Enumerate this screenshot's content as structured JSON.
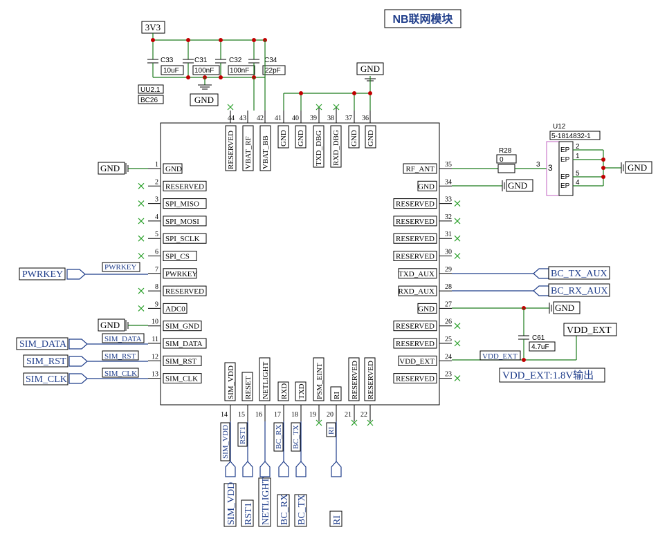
{
  "title": "NB联网模块",
  "supply": {
    "rail": "3V3",
    "gnd": "GND"
  },
  "caps": [
    {
      "ref": "C33",
      "value": "10uF"
    },
    {
      "ref": "C31",
      "value": "100nF"
    },
    {
      "ref": "C32",
      "value": "100nF"
    },
    {
      "ref": "C34",
      "value": "22pF"
    }
  ],
  "part": {
    "ref": "UU2.1",
    "name": "BC26"
  },
  "left_pins": [
    {
      "num": "1",
      "name": "GND"
    },
    {
      "num": "2",
      "name": "RESERVED"
    },
    {
      "num": "3",
      "name": "SPI_MISO"
    },
    {
      "num": "4",
      "name": "SPI_MOSI"
    },
    {
      "num": "5",
      "name": "SPI_SCLK"
    },
    {
      "num": "6",
      "name": "SPI_CS"
    },
    {
      "num": "7",
      "name": "PWRKEY"
    },
    {
      "num": "8",
      "name": "RESERVED"
    },
    {
      "num": "9",
      "name": "ADC0"
    },
    {
      "num": "10",
      "name": "SIM_GND"
    },
    {
      "num": "11",
      "name": "SIM_DATA"
    },
    {
      "num": "12",
      "name": "SIM_RST"
    },
    {
      "num": "13",
      "name": "SIM_CLK"
    }
  ],
  "right_pins": [
    {
      "num": "35",
      "name": "RF_ANT"
    },
    {
      "num": "34",
      "name": "GND"
    },
    {
      "num": "33",
      "name": "RESERVED"
    },
    {
      "num": "32",
      "name": "RESERVED"
    },
    {
      "num": "31",
      "name": "RESERVED"
    },
    {
      "num": "30",
      "name": "RESERVED"
    },
    {
      "num": "29",
      "name": "TXD_AUX"
    },
    {
      "num": "28",
      "name": "RXD_AUX"
    },
    {
      "num": "27",
      "name": "GND"
    },
    {
      "num": "26",
      "name": "RESERVED"
    },
    {
      "num": "25",
      "name": "RESERVED"
    },
    {
      "num": "24",
      "name": "VDD_EXT"
    },
    {
      "num": "23",
      "name": "RESERVED"
    }
  ],
  "top_pins": [
    {
      "num": "44",
      "name": "RESERVED"
    },
    {
      "num": "43",
      "name": "VBAT_RF"
    },
    {
      "num": "42",
      "name": "VBAT_BB"
    },
    {
      "num": "41",
      "name": "GND"
    },
    {
      "num": "40",
      "name": "GND"
    },
    {
      "num": "39",
      "name": "TXD_DBG"
    },
    {
      "num": "38",
      "name": "RXD_DBG"
    },
    {
      "num": "37",
      "name": "GND"
    },
    {
      "num": "36",
      "name": "GND"
    }
  ],
  "bottom_pins": [
    {
      "num": "14",
      "name": "SIM_VDD"
    },
    {
      "num": "15",
      "name": "RESET"
    },
    {
      "num": "16",
      "name": "NETLIGHT"
    },
    {
      "num": "17",
      "name": "RXD"
    },
    {
      "num": "18",
      "name": "TXD"
    },
    {
      "num": "19",
      "name": "PSM_EINT"
    },
    {
      "num": "20",
      "name": "RI"
    },
    {
      "num": "21",
      "name": "RESERVED"
    },
    {
      "num": "22",
      "name": "RESERVED"
    }
  ],
  "left_ports": [
    {
      "name": "PWRKEY",
      "wire_label": "PWRKEY"
    },
    {
      "name": "SIM_DATA",
      "wire_label": "SIM_DATA"
    },
    {
      "name": "SIM_RST",
      "wire_label": "SIM_RST"
    },
    {
      "name": "SIM_CLK",
      "wire_label": "SIM_CLK"
    }
  ],
  "right_ports": [
    "BC_TX_AUX",
    "BC_RX_AUX"
  ],
  "bottom_ports": [
    {
      "name": "SIM_VDD",
      "wire_label": "SIM_VDD"
    },
    {
      "name": "RST1",
      "wire_label": "RST1"
    },
    {
      "name": "NETLIGHT",
      "wire_label": ""
    },
    {
      "name": "BC_RX",
      "wire_label": "BC_RX"
    },
    {
      "name": "BC_TX",
      "wire_label": "BC_TX"
    },
    {
      "name": "RI",
      "wire_label": "RI"
    }
  ],
  "resistor": {
    "ref": "R28",
    "value": "0"
  },
  "connector": {
    "ref": "U12",
    "part": "5-1814832-1",
    "pins": [
      {
        "name": "EP",
        "num": "2"
      },
      {
        "name": "EP",
        "num": "1"
      },
      {
        "name": "EP",
        "num": "5"
      },
      {
        "name": "EP",
        "num": "4"
      }
    ],
    "rf_pin": "3",
    "rf_pin_num": "3"
  },
  "c61": {
    "ref": "C61",
    "value": "4.7uF"
  },
  "vdd_ext": {
    "net": "VDD_EXT",
    "wire_label": "VDD_EXT",
    "note": "VDD_EXT:1.8V输出"
  },
  "gnd_label": "GND",
  "colors": {
    "wire": "#1a7a1a",
    "net": "#1f3d8a",
    "junction": "#c00000",
    "nc": "#2aa02a"
  }
}
